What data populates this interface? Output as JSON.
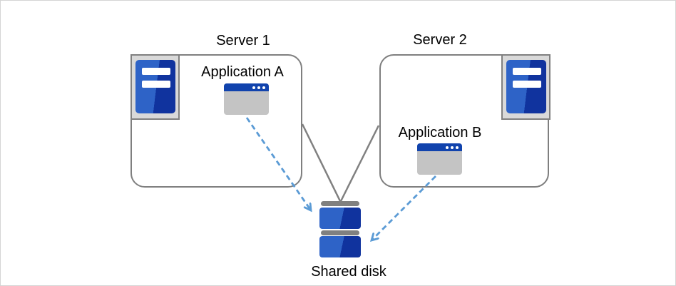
{
  "labels": {
    "server1": "Server 1",
    "server2": "Server 2",
    "application_a": "Application A",
    "application_b": "Application B",
    "shared_disk": "Shared disk"
  },
  "colors": {
    "background": "#ffffff",
    "canvas_border": "#d4d4d4",
    "box_border": "#7f7f7f",
    "connector_gray": "#808080",
    "arrow_blue": "#5b9bd5",
    "frame_fill": "#d9d9d9",
    "tower_blue_light": "#2e63c7",
    "tower_blue_dark": "#10339e",
    "titlebar_blue": "#1143ad",
    "window_gray": "#c4c4c4",
    "text": "#000000"
  },
  "icons": {
    "server1_icon": "server-tower-icon",
    "server2_icon": "server-tower-icon",
    "application_a_icon": "app-window-icon",
    "application_b_icon": "app-window-icon",
    "shared_disk_icon": "disk-stack-icon"
  },
  "connections": [
    {
      "from": "server1-box",
      "to": "shared-disk",
      "style": "solid-gray-line"
    },
    {
      "from": "server2-box",
      "to": "shared-disk",
      "style": "solid-gray-line"
    },
    {
      "from": "application-a",
      "to": "shared-disk",
      "style": "dashed-blue-arrow"
    },
    {
      "from": "application-b",
      "to": "shared-disk",
      "style": "dashed-blue-arrow"
    }
  ]
}
